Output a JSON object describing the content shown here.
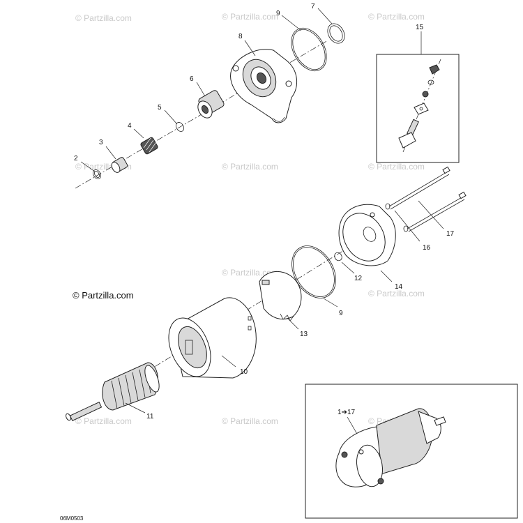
{
  "watermark": "© Partzilla.com",
  "copyright": "© Partzilla.com",
  "drawing_code": "06M0503",
  "callouts": {
    "c2": "2",
    "c3": "3",
    "c4": "4",
    "c5": "5",
    "c6": "6",
    "c7": "7",
    "c8": "8",
    "c9a": "9",
    "c9b": "9",
    "c10": "10",
    "c11": "11",
    "c12": "12",
    "c13": "13",
    "c14": "14",
    "c15": "15",
    "c16": "16",
    "c17": "17"
  },
  "inset_label": "1➔17"
}
